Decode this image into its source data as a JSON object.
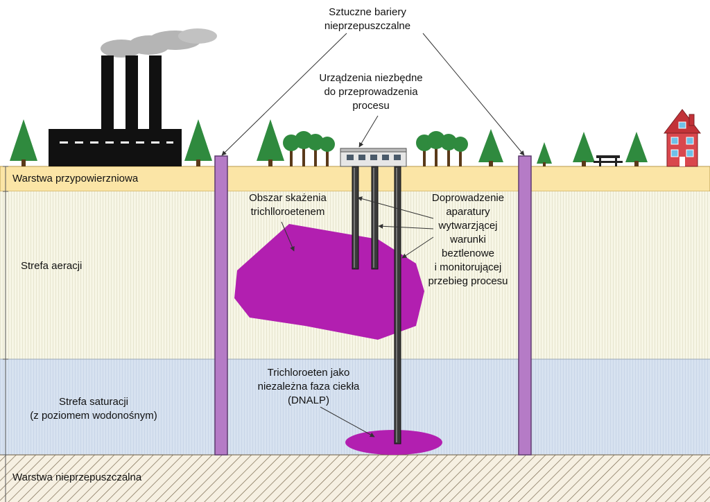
{
  "layers": {
    "surface": "Warstwa przypowierzniowa",
    "aeration": "Strefa aeracji",
    "saturation": [
      "Strefa saturacji",
      "(z poziomem wodonośnym)"
    ],
    "impermeable": "Warstwa nieprzepuszczalna"
  },
  "callouts": {
    "barriers": [
      "Sztuczne bariery",
      "nieprzepuszczalne"
    ],
    "equipment": [
      "Urządzenia niezbędne",
      "do przeprowadzenia",
      "procesu"
    ],
    "contamination": [
      "Obszar skażenia",
      "trichlloroetenem"
    ],
    "apparatus": [
      "Doprowadzenie",
      "aparatury",
      "wytwarzjącej",
      "warunki",
      "beztlenowe",
      "i monitorującej",
      "przebieg procesu"
    ],
    "dnalp": [
      "Trichloroeten jako",
      "niezależna faza ciekła",
      "(DNALP)"
    ]
  },
  "colors": {
    "surface_layer": "#fbe5a6",
    "aeration_zone": "#f7f6e6",
    "saturation_zone": "#d7e2f0",
    "contamination": "#b21fb0",
    "barrier": "#b57bc6",
    "tree": "#2f8a3e",
    "factory": "#111111",
    "house": "#d9474d"
  },
  "icons": [
    "factory-icon",
    "tree-icon",
    "house-icon",
    "picnic-table-icon",
    "equipment-building-icon"
  ]
}
